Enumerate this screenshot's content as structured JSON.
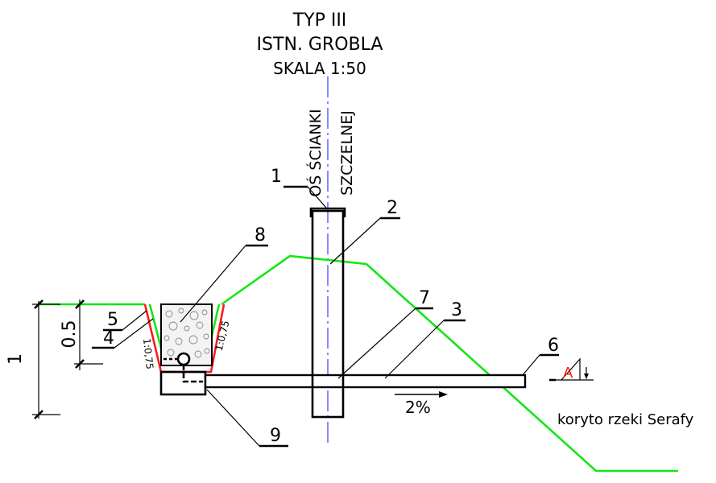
{
  "title": {
    "line1": "TYP III",
    "line2": "ISTN. GROBLA",
    "line3": "SKALA 1:50"
  },
  "axis_label": {
    "line1": "OŚ ŚCIANKI",
    "line2": "SZCZELNEJ"
  },
  "callouts": [
    "1",
    "2",
    "3",
    "4",
    "5",
    "6",
    "7",
    "8",
    "9"
  ],
  "dimensions": {
    "total": "1",
    "partial": "0.5"
  },
  "slopes": {
    "left": "1:0,75",
    "right": "1:0,75"
  },
  "gradient": "2%",
  "level_marker": "A",
  "river_label": "koryto rzeki Serafy",
  "colors": {
    "embankment": "#14e614",
    "trench_outline": "#ff1a1a",
    "axis": "#3a3aff",
    "level_marker": "#ff1a1a"
  }
}
